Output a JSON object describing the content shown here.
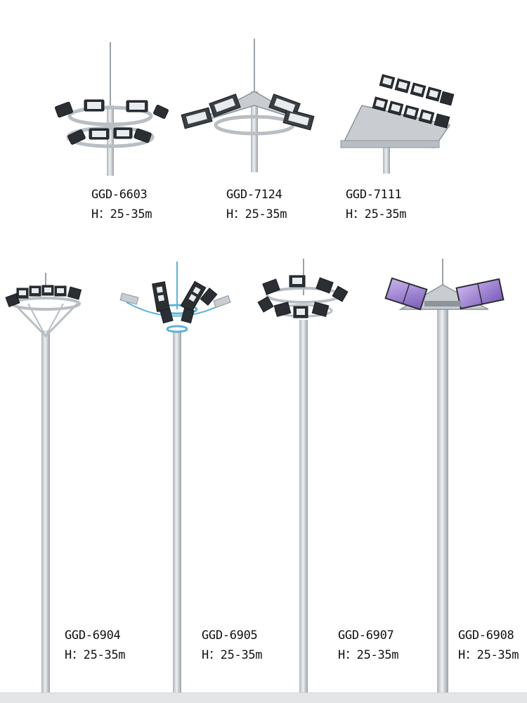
{
  "products": [
    {
      "code": "GGD-6603",
      "height": "H：25-35m"
    },
    {
      "code": "GGD-7124",
      "height": "H：25-35m"
    },
    {
      "code": "GGD-7111",
      "height": "H：25-35m"
    },
    {
      "code": "GGD-6904",
      "height": "H：25-35m"
    },
    {
      "code": "GGD-6905",
      "height": "H：25-35m"
    },
    {
      "code": "GGD-6907",
      "height": "H：25-35m"
    },
    {
      "code": "GGD-6908",
      "height": "H：25-35m"
    }
  ],
  "colors": {
    "pole": "#c9cdd1",
    "fixture": "#2b2f33",
    "lens": "#e9ecef",
    "ring": "#b8bec4",
    "accent_purple": "#9b7bd1",
    "accent_blue": "#5fb3d8"
  }
}
